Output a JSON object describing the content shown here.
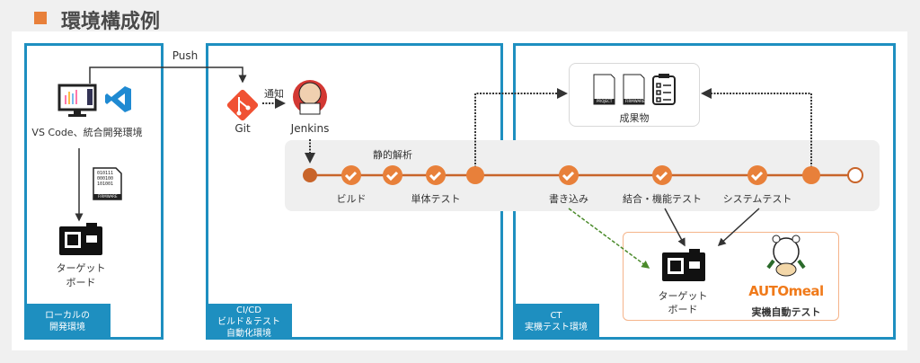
{
  "title": "環境構成例",
  "colors": {
    "accent": "#e8803a",
    "env_border": "#1e8fc0",
    "timeline": "#c8642a",
    "green_arrow": "#4a8a2a"
  },
  "local": {
    "tab_lines": [
      "ローカルの",
      "開発環境"
    ],
    "ide_label": "VS Code、統合開発環境",
    "firmware_lines": [
      "010111",
      "000100",
      "101001"
    ],
    "firmware_tag": "FIRMWARE",
    "target_lines": [
      "ターゲット",
      "ボード"
    ]
  },
  "push_label": "Push",
  "cicd": {
    "tab_lines": [
      "CI/CD",
      "ビルド＆テスト",
      "自動化環境"
    ],
    "git_label": "Git",
    "notify_label": "通知",
    "jenkins_label": "Jenkins",
    "static_analysis": "静的解析",
    "build": "ビルド",
    "unit_test": "単体テスト"
  },
  "artifacts": {
    "label": "成果物",
    "project_tag": "PROJECT",
    "firmware_tag": "FIRMWARE"
  },
  "ct": {
    "tab_lines": [
      "CT",
      "実機テスト環境"
    ],
    "write": "書き込み",
    "integration_test": "結合・機能テスト",
    "system_test": "システムテスト",
    "target_lines": [
      "ターゲット",
      "ボード"
    ],
    "logo_text": "AUTOmeal",
    "auto_test": "実機自動テスト"
  }
}
